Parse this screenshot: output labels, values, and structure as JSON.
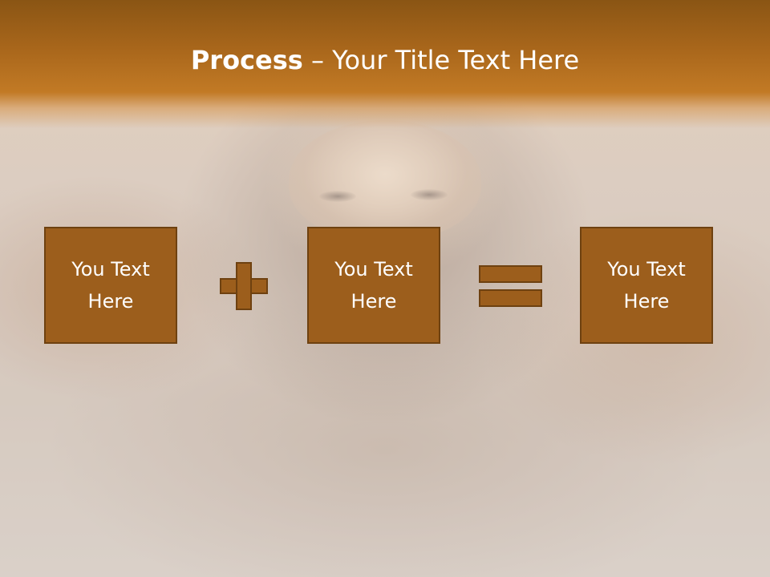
{
  "title": {
    "bold": "Process",
    "rest": " – Your Title Text Here"
  },
  "process": {
    "boxes": [
      {
        "text": "You Text Here"
      },
      {
        "text": "You Text Here"
      },
      {
        "text": "You Text Here"
      }
    ],
    "operators": [
      "plus-icon",
      "equals-icon"
    ]
  },
  "colors": {
    "title_band": "#a8661b",
    "box_fill": "#9c5e1c",
    "box_border": "#6e4110",
    "text": "#ffffff"
  }
}
